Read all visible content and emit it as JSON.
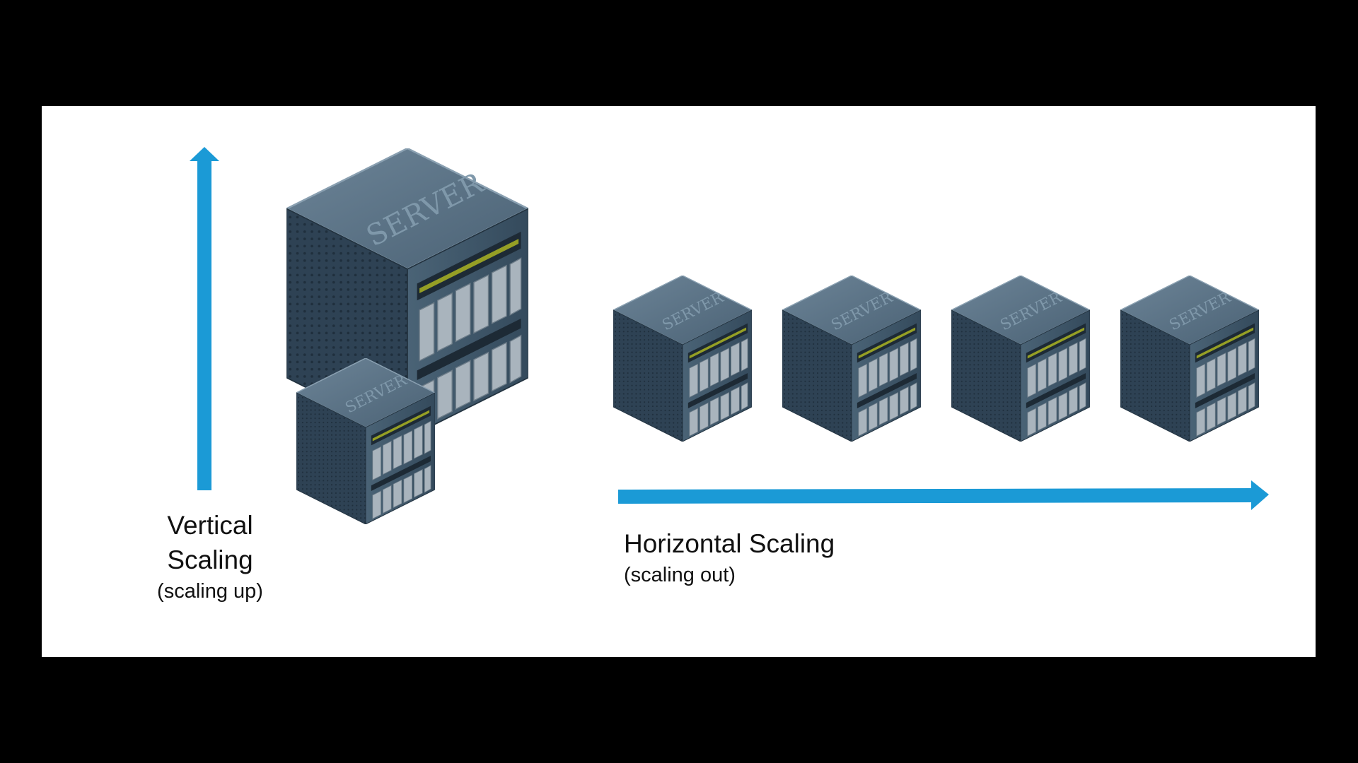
{
  "colors": {
    "background": "#000000",
    "canvas": "#ffffff",
    "arrow": "#1b9ad6",
    "server_front": "#3d5568",
    "server_side": "#2c4052",
    "server_top": "#566f82",
    "drive_bay": "#a9b4bd"
  },
  "icons": {
    "server": "server-rack-icon",
    "arrow_up": "arrow-up-icon",
    "arrow_right": "arrow-right-icon"
  },
  "server_brand": "SERVER",
  "vertical": {
    "title_line1": "Vertical",
    "title_line2": "Scaling",
    "subtitle": "(scaling up)"
  },
  "horizontal": {
    "title": "Horizontal Scaling",
    "subtitle": "(scaling out)"
  }
}
